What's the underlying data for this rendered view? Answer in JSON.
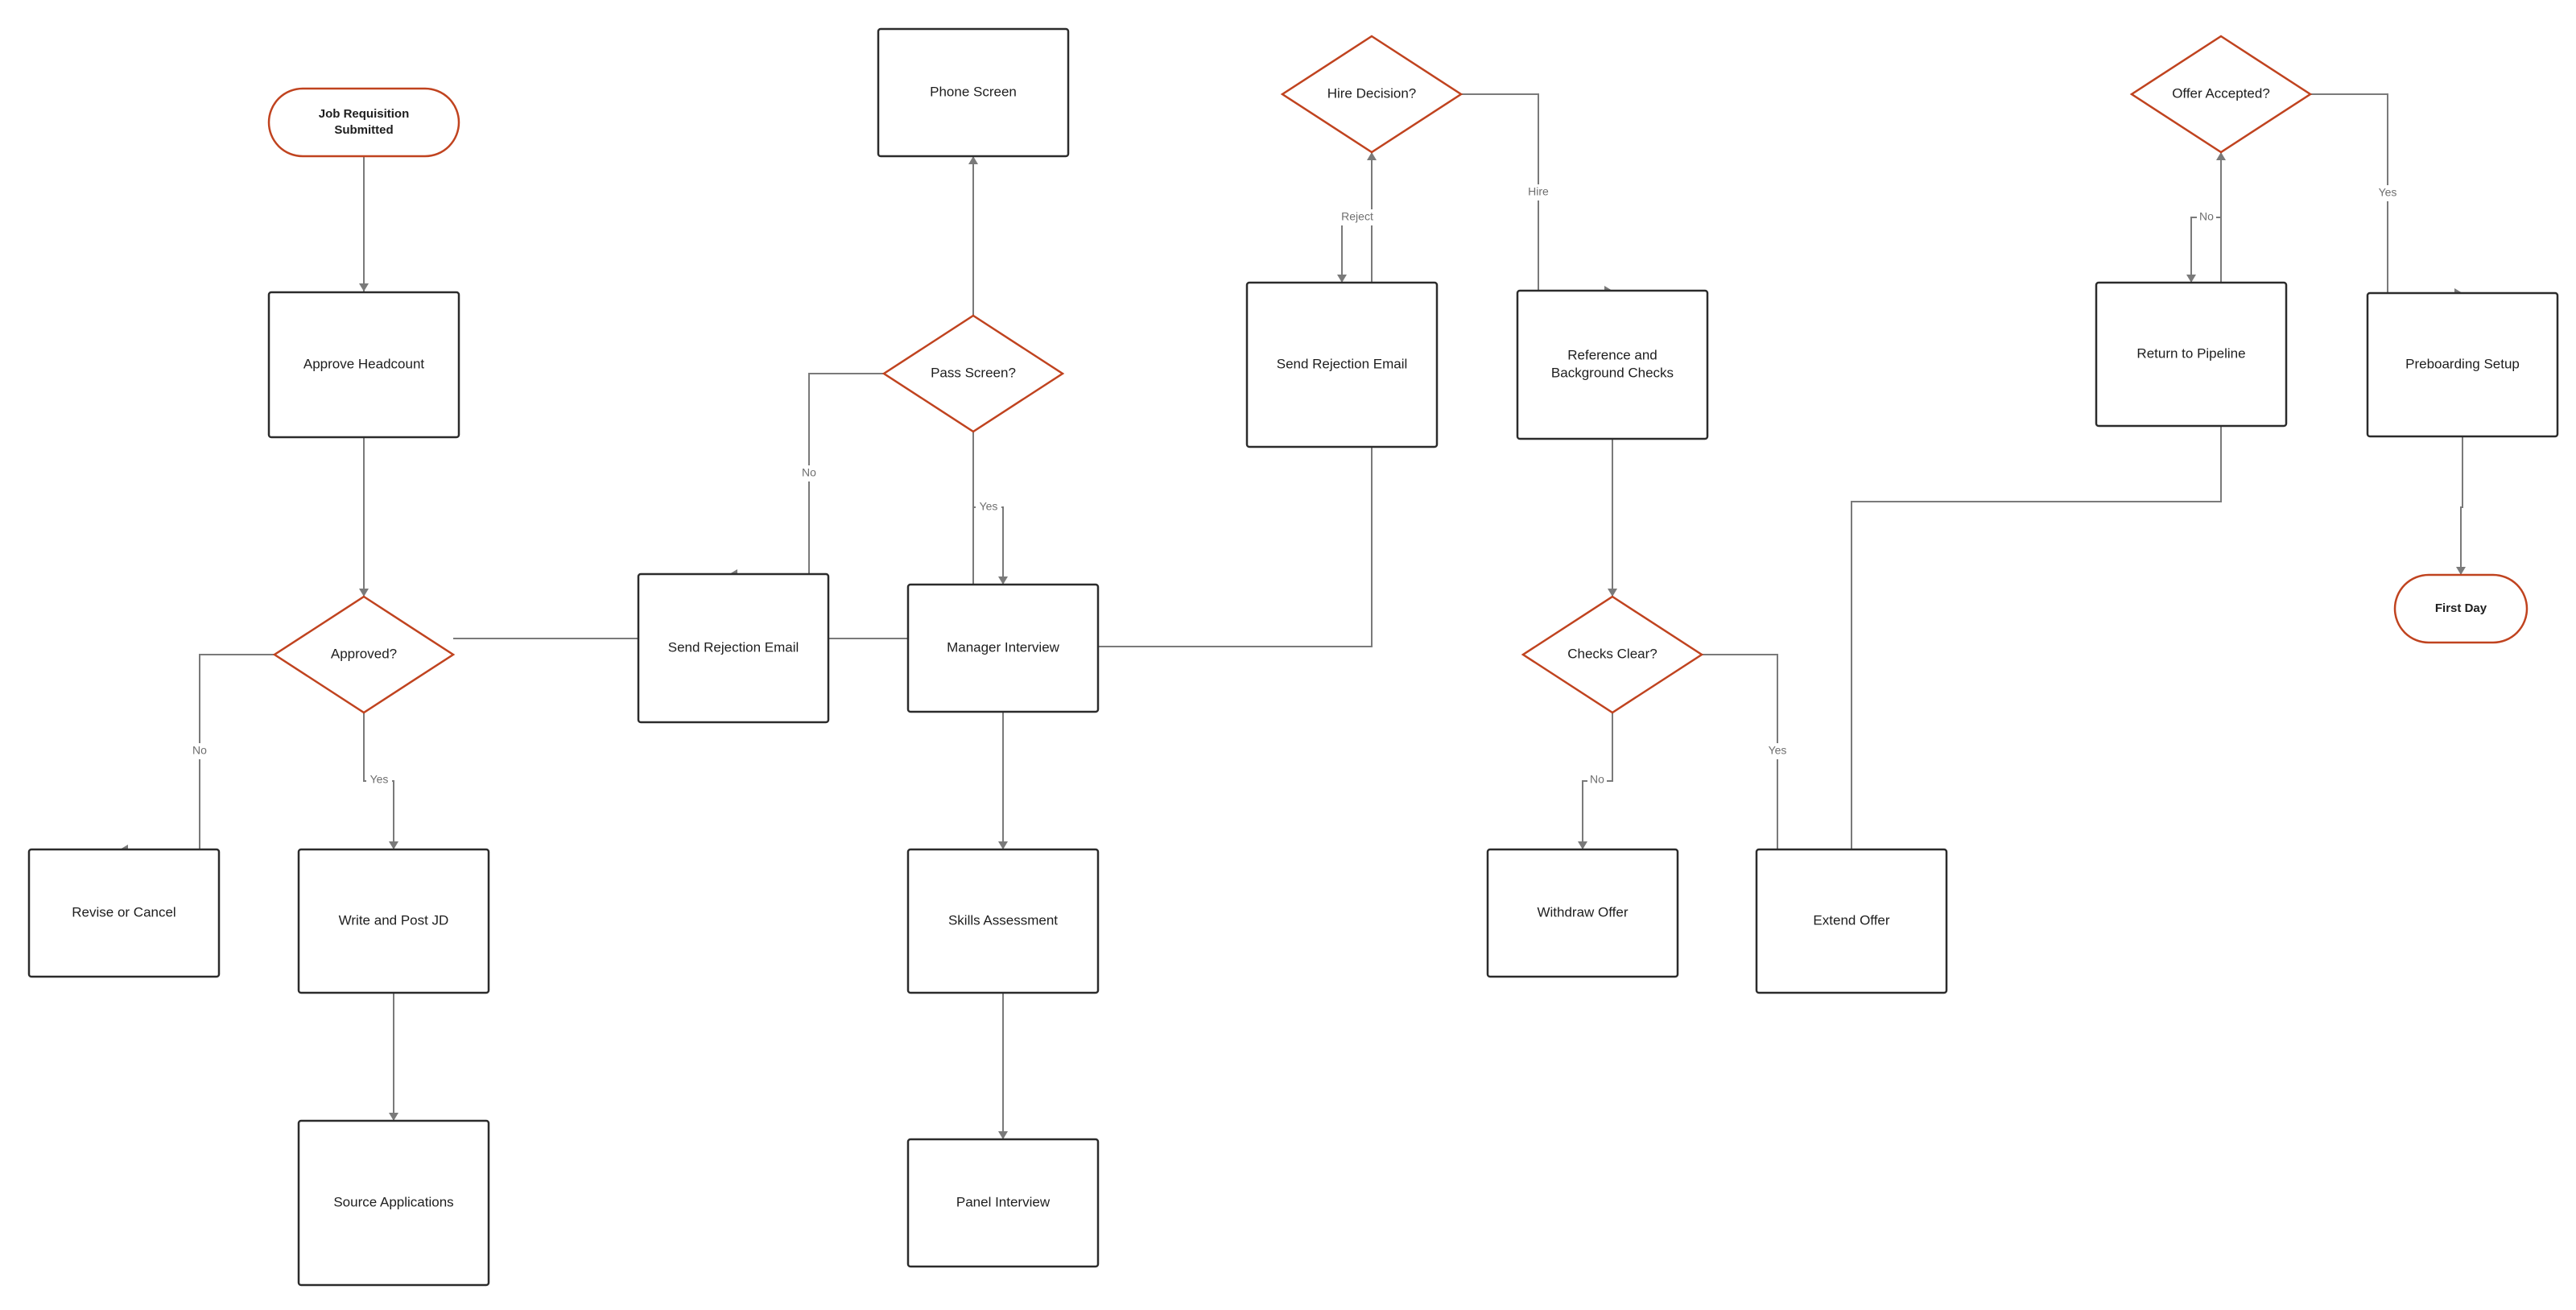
{
  "diagram": {
    "nodes": {
      "start": {
        "lines": [
          "Job Requisition",
          "Submitted"
        ]
      },
      "approve_headcount": {
        "lines": [
          "Approve Headcount"
        ]
      },
      "approved": {
        "lines": [
          "Approved?"
        ]
      },
      "revise_cancel": {
        "lines": [
          "Revise or Cancel"
        ]
      },
      "write_post_jd": {
        "lines": [
          "Write and Post JD"
        ]
      },
      "source_apps": {
        "lines": [
          "Source Applications"
        ]
      },
      "reject_email_1": {
        "lines": [
          "Send Rejection Email"
        ]
      },
      "phone_screen": {
        "lines": [
          "Phone Screen"
        ]
      },
      "pass_screen": {
        "lines": [
          "Pass Screen?"
        ]
      },
      "manager_interview": {
        "lines": [
          "Manager Interview"
        ]
      },
      "skills_assessment": {
        "lines": [
          "Skills Assessment"
        ]
      },
      "panel_interview": {
        "lines": [
          "Panel Interview"
        ]
      },
      "hire_decision": {
        "lines": [
          "Hire Decision?"
        ]
      },
      "reject_email_2": {
        "lines": [
          "Send Rejection Email"
        ]
      },
      "ref_checks": {
        "lines": [
          "Reference and",
          "Background Checks"
        ]
      },
      "checks_clear": {
        "lines": [
          "Checks Clear?"
        ]
      },
      "withdraw_offer": {
        "lines": [
          "Withdraw Offer"
        ]
      },
      "extend_offer": {
        "lines": [
          "Extend Offer"
        ]
      },
      "offer_accepted": {
        "lines": [
          "Offer Accepted?"
        ]
      },
      "return_pipeline": {
        "lines": [
          "Return to Pipeline"
        ]
      },
      "preboarding": {
        "lines": [
          "Preboarding Setup"
        ]
      },
      "first_day": {
        "lines": [
          "First Day"
        ]
      }
    },
    "edge_labels": {
      "approved_no": "No",
      "approved_yes": "Yes",
      "pass_no": "No",
      "pass_yes": "Yes",
      "hire_reject": "Reject",
      "hire_hire": "Hire",
      "checks_no": "No",
      "checks_yes": "Yes",
      "offer_no": "No",
      "offer_yes": "Yes"
    }
  }
}
